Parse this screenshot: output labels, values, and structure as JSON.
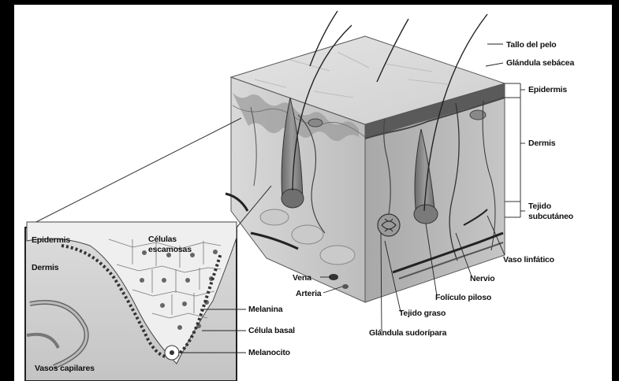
{
  "labels": {
    "hair_shaft": "Tallo del pelo",
    "sebaceous_gland": "Glándula sebácea",
    "epidermis": "Epidermis",
    "dermis": "Dermis",
    "subcutaneous_line1": "Tejido",
    "subcutaneous_line2": "subcutáneo",
    "lymph_vessel": "Vaso linfático",
    "nerve": "Nervio",
    "hair_follicle": "Folículo piloso",
    "fat_tissue": "Tejido graso",
    "sweat_gland": "Glándula sudorípara",
    "vein": "Vena",
    "artery": "Arteria",
    "melanin": "Melanina",
    "basal_cell": "Célula basal",
    "melanocyte": "Melanocito",
    "inset_epidermis": "Epidermis",
    "inset_dermis": "Dermis",
    "squamous_line1": "Células",
    "squamous_line2": "escamosas",
    "capillaries": "Vasos capilares"
  }
}
